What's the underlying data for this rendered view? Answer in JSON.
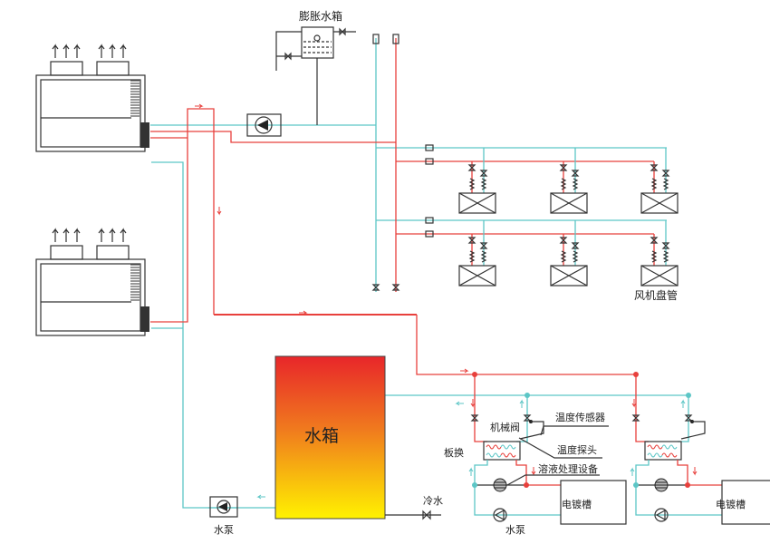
{
  "labels": {
    "expansion_tank": "膨胀水箱",
    "fan_coil": "风机盘管",
    "water_tank": "水箱",
    "pump_left": "水泵",
    "cold_water": "冷水",
    "plate_exchanger": "板换",
    "mechanical_valve": "机械阀",
    "temperature_sensor": "温度传感器",
    "temperature_probe": "温度探头",
    "solution_treatment": "溶液处理设备",
    "plating_tank_1": "电镀槽",
    "plating_tank_2": "电镀槽",
    "pump_right": "水泵"
  },
  "colors": {
    "supply_pipe": "#e8403c",
    "return_pipe": "#5cc6c6",
    "tank_top": "#e8262a",
    "tank_bottom": "#fff200"
  }
}
